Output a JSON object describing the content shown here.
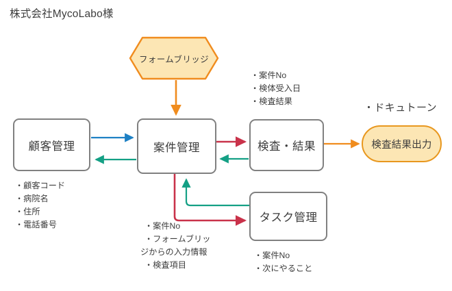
{
  "title": "株式会社MycoLabo様",
  "nodes": {
    "form_bridge": {
      "label": "フォームブリッジ",
      "shape": "hexagon",
      "fill": "#fce6b4",
      "stroke": "#f08c1e"
    },
    "customer": {
      "label": "顧客管理",
      "shape": "rounded-rect",
      "fill": "#ffffff",
      "stroke": "#808080"
    },
    "case": {
      "label": "案件管理",
      "shape": "rounded-rect",
      "fill": "#ffffff",
      "stroke": "#808080"
    },
    "inspection": {
      "label": "検査・結果",
      "shape": "rounded-rect",
      "fill": "#ffffff",
      "stroke": "#808080"
    },
    "task": {
      "label": "タスク管理",
      "shape": "rounded-rect",
      "fill": "#ffffff",
      "stroke": "#808080"
    },
    "output": {
      "label": "検査結果出力",
      "shape": "stadium",
      "fill": "#fce6b4",
      "stroke": "#e8971e"
    }
  },
  "notes": {
    "customer_fields": [
      "・顧客コード",
      "・病院名",
      "・住所",
      "・電話番号"
    ],
    "case_fields": [
      "・案件No",
      "・フォームブリッ",
      "ジからの入力情報",
      "・検査項目"
    ],
    "inspection_fields": [
      "・案件No",
      "・検体受入日",
      "・検査結果"
    ],
    "task_fields": [
      "・案件No",
      "・次にやること"
    ],
    "output_fields": [
      "・ドキュトーン"
    ]
  },
  "colors": {
    "orange": "#f08c1e",
    "blue": "#1d80c4",
    "teal": "#14a085",
    "red": "#c9324a",
    "gray": "#808080",
    "text": "#3d3d3d"
  },
  "connectors": [
    {
      "name": "form-bridge-to-case",
      "from": "form_bridge",
      "to": "case",
      "color": "#f08c1e"
    },
    {
      "name": "customer-to-case",
      "from": "customer",
      "to": "case",
      "color": "#1d80c4"
    },
    {
      "name": "case-to-customer",
      "from": "case",
      "to": "customer",
      "color": "#14a085"
    },
    {
      "name": "case-to-inspection",
      "from": "case",
      "to": "inspection",
      "color": "#c9324a"
    },
    {
      "name": "inspection-to-case",
      "from": "inspection",
      "to": "case",
      "color": "#14a085"
    },
    {
      "name": "inspection-to-output",
      "from": "inspection",
      "to": "output",
      "color": "#f08c1e"
    },
    {
      "name": "case-to-task",
      "from": "case",
      "to": "task",
      "color": "#c9324a"
    },
    {
      "name": "task-to-case",
      "from": "task",
      "to": "case",
      "color": "#14a085"
    }
  ]
}
